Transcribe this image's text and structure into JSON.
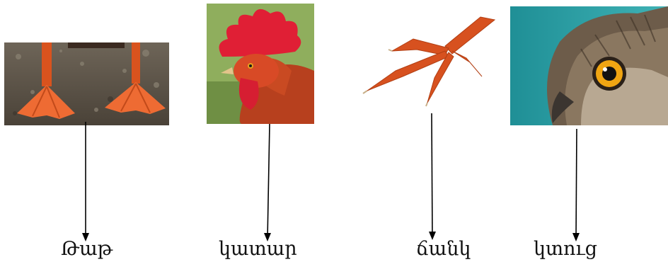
{
  "worksheet": {
    "items": [
      {
        "picture": "duck-feet-photo",
        "word": "Թաթ"
      },
      {
        "picture": "rooster-comb-photo",
        "word": "կատար"
      },
      {
        "picture": "bird-claw-photo",
        "word": "ճանկ"
      },
      {
        "picture": "owl-beak-photo",
        "word": "կտուց"
      }
    ]
  },
  "colors": {
    "arrow": "#000000",
    "text": "#111111"
  }
}
